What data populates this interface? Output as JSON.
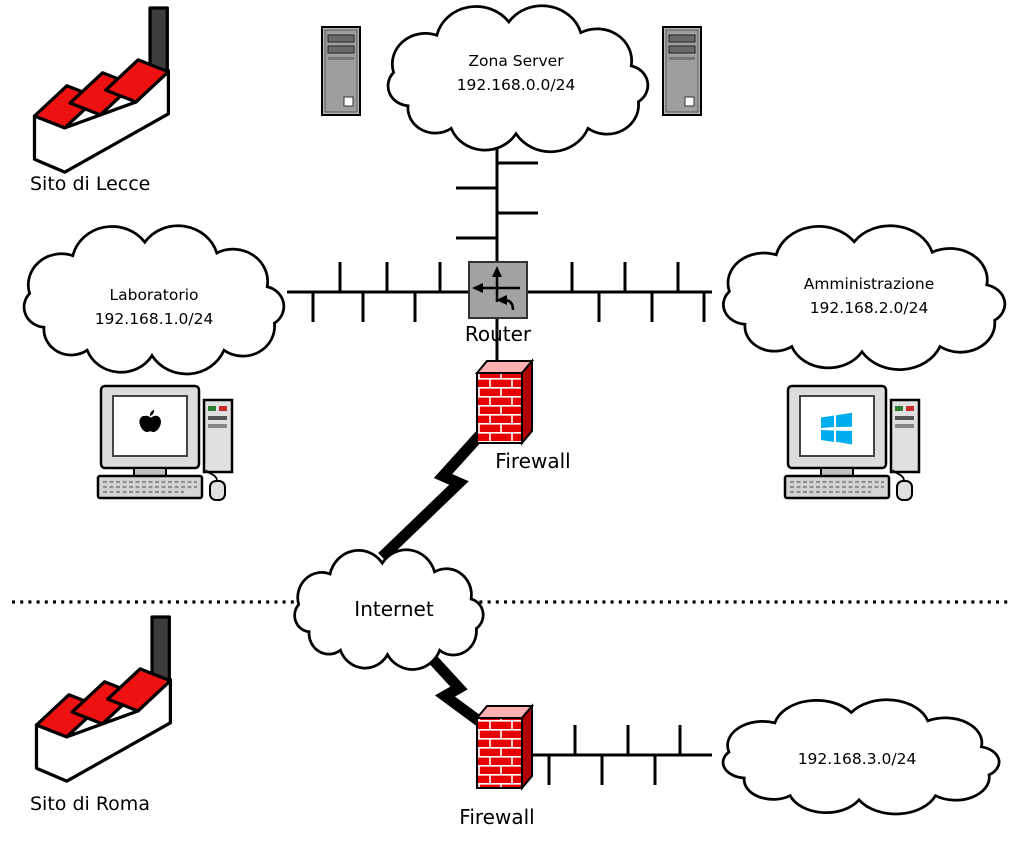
{
  "sites": {
    "lecce": {
      "label": "Sito di Lecce"
    },
    "roma": {
      "label": "Sito di Roma"
    }
  },
  "networks": {
    "zona_server": {
      "name": "Zona Server",
      "subnet": "192.168.0.0/24"
    },
    "laboratorio": {
      "name": "Laboratorio",
      "subnet": "192.168.1.0/24"
    },
    "amministrazione": {
      "name": "Amministrazione",
      "subnet": "192.168.2.0/24"
    },
    "internet": {
      "name": "Internet"
    },
    "rete_roma": {
      "subnet": "192.168.3.0/24"
    }
  },
  "devices": {
    "router": {
      "label": "Router"
    },
    "firewall_lecce": {
      "label": "Firewall"
    },
    "firewall_roma": {
      "label": "Firewall"
    }
  },
  "icons": {
    "factory": "factory-building-icon",
    "server_tower": "server-tower-icon",
    "router_box": "router-switch-icon",
    "firewall": "brick-firewall-icon",
    "lightning": "lightning-bolt-link-icon",
    "cloud": "network-cloud-shape",
    "mac_computer": "mac-desktop-computer-icon",
    "windows_computer": "windows-desktop-computer-icon",
    "separator": "site-separator-dotted-line"
  },
  "colors": {
    "firewall_brick_red": "#e60000",
    "firewall_top_face": "#ffb0b0",
    "firewall_side_face": "#b00000",
    "factory_red": "#ee1111",
    "router_gray": "#a3a3a3",
    "windows_blue": "#00adef",
    "line_black": "#000000"
  }
}
